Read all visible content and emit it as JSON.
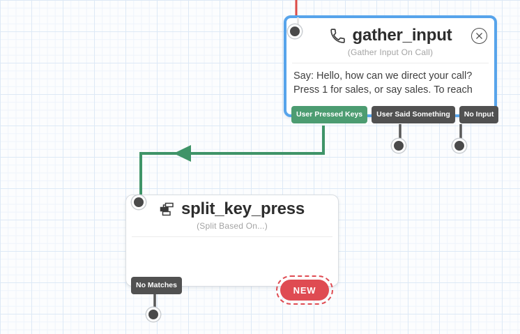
{
  "canvas": {
    "background": "#fcfdfe",
    "grid_minor_color": "#eef4fb",
    "grid_major_color": "#dde9f6"
  },
  "colors": {
    "selected_node_border_blue": "#57a4eb",
    "incoming_wire_red": "#db4a47",
    "success_green": "#4c9c71",
    "wire_green": "#3f9468",
    "badge_dark": "#515151",
    "new_button_red": "#df4b52"
  },
  "nodes": {
    "gather": {
      "title": "gather_input",
      "subtitle": "(Gather Input On Call)",
      "body_line1": "Say: Hello, how can we direct your call?",
      "body_line2": "Press 1 for sales, or say sales. To reach",
      "type_icon": "phone-icon",
      "close_icon": "close-icon",
      "badges": [
        {
          "label": "User Pressed Keys",
          "type": "success"
        },
        {
          "label": "User Said Something",
          "type": "default"
        },
        {
          "label": "No Input",
          "type": "default"
        }
      ]
    },
    "split": {
      "title": "split_key_press",
      "subtitle": "(Split Based On...)",
      "type_icon": "split-icon",
      "badges": [
        {
          "label": "No Matches",
          "type": "default"
        }
      ],
      "new_button_label": "NEW"
    }
  }
}
